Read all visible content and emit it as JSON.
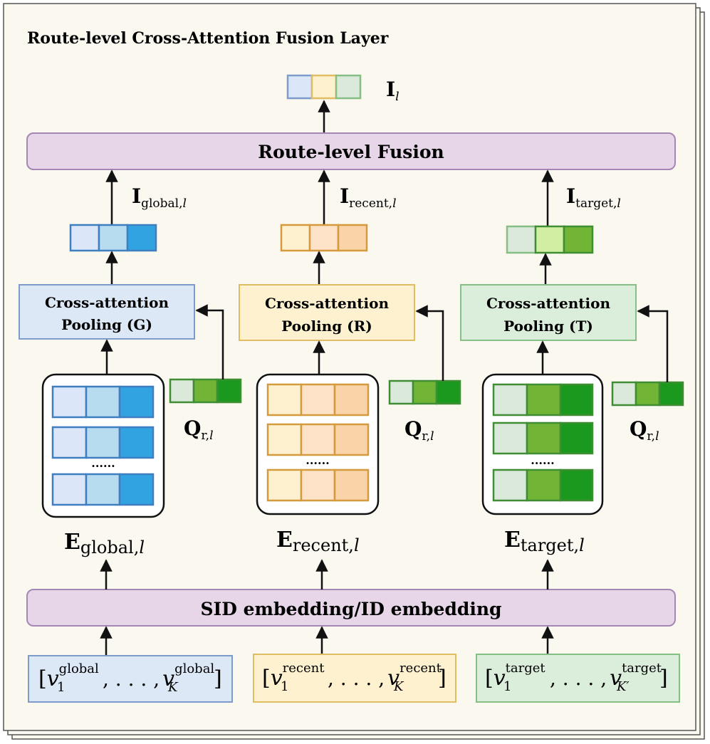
{
  "title": "Route-level Cross-Attention Fusion Layer",
  "fusion_label": "Route-level Fusion",
  "embedding_label": "SID embedding/ID embedding",
  "output": {
    "symbol": "I",
    "subscript": "l"
  },
  "ellipsis": "......",
  "query": {
    "symbol": "Q",
    "subscript": "r,",
    "subscript_italic": "l"
  },
  "branches": [
    {
      "key": "global",
      "pool_line1": "Cross-attention",
      "pool_line2": "Pooling (G)",
      "out_symbol": "I",
      "out_sub": "global,",
      "out_sub_it": "l",
      "emb_symbol": "E",
      "emb_sub": "global,",
      "emb_sub_it": "l",
      "seq_open": "[",
      "seq_var": "v",
      "seq_sup": "global",
      "seq_sub1": "1",
      "seq_mid": ", . . . ,",
      "seq_subK": "K",
      "seq_close": "]",
      "colors": {
        "fill": "#dde8f7",
        "stroke": "#7d9bcb",
        "c1": "#dbe6f8",
        "c2": "#b8dcef",
        "c3": "#31a3e0",
        "cs": "#3e7fc2"
      }
    },
    {
      "key": "recent",
      "pool_line1": "Cross-attention",
      "pool_line2": "Pooling (R)",
      "out_symbol": "I",
      "out_sub": "recent,",
      "out_sub_it": "l",
      "emb_symbol": "E",
      "emb_sub": "recent,",
      "emb_sub_it": "l",
      "seq_open": "[",
      "seq_var": "v",
      "seq_sup": "recent",
      "seq_sub1": "1",
      "seq_mid": ", . . . ,",
      "seq_subK": "K",
      "seq_close": "]",
      "colors": {
        "fill": "#fdf1cf",
        "stroke": "#e0bd62",
        "c1": "#fdf1cf",
        "c2": "#fde2c8",
        "c3": "#fbd3a8",
        "cs": "#d59a3c"
      }
    },
    {
      "key": "target",
      "pool_line1": "Cross-attention",
      "pool_line2": "Pooling (T)",
      "out_symbol": "I",
      "out_sub": "target,",
      "out_sub_it": "l",
      "emb_symbol": "E",
      "emb_sub": "target,",
      "emb_sub_it": "l",
      "seq_open": "[",
      "seq_var": "v",
      "seq_sup": "target",
      "seq_sub1": "1",
      "seq_mid": ", . . . ,",
      "seq_subK": "K′",
      "seq_close": "]",
      "colors": {
        "fill": "#dbeedc",
        "stroke": "#86bf85",
        "c1": "#dbe9db",
        "c2": "#d2eea2",
        "c3": "#72b436",
        "c4": "#1b981e",
        "cs": "#3f8e34"
      }
    }
  ],
  "colors": {
    "frame_bg": "#fbf8ef",
    "frame_stroke": "#555555",
    "purple_fill": "#e6d6e8",
    "purple_stroke": "#a487b5",
    "out_c1": "#dbe6f8",
    "out_s1": "#7d9bcb",
    "out_c2": "#fdf1cf",
    "out_s2": "#e0bd62",
    "out_c3": "#dbe9db",
    "out_s3": "#86bf85",
    "q_c1": "#dbe9db",
    "q_c2": "#72b436",
    "q_c3": "#1b981e",
    "q_s": "#3f8e34"
  }
}
